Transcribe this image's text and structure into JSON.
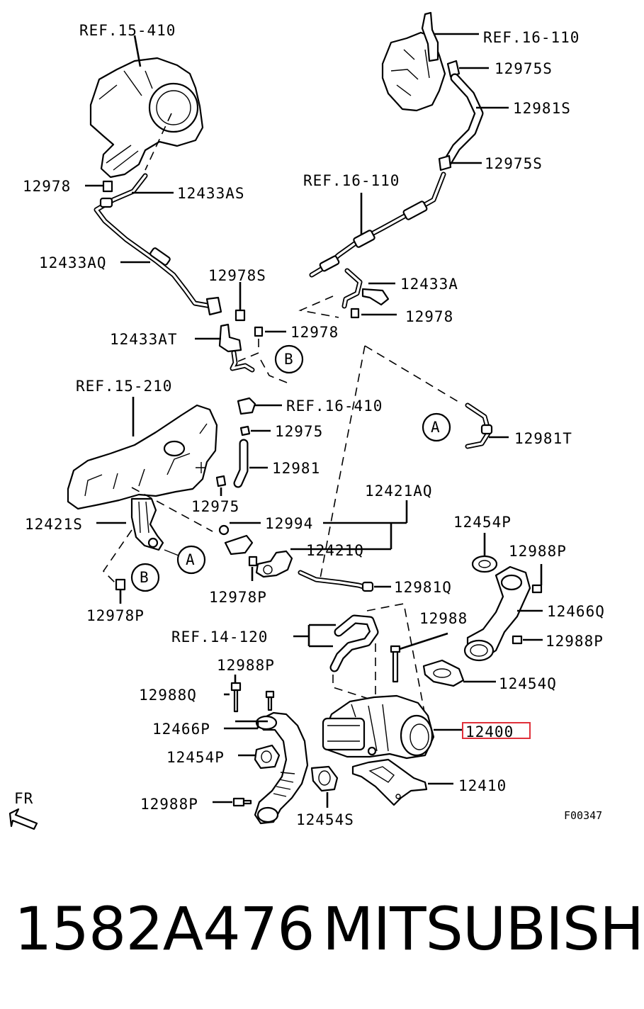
{
  "diagram": {
    "refs": {
      "ref_15_410": "REF.15-410",
      "ref_16_110_top": "REF.16-110",
      "ref_16_110_mid": "REF.16-110",
      "ref_15_210": "REF.15-210",
      "ref_16_410": "REF.16-410",
      "ref_14_120": "REF.14-120"
    },
    "parts": {
      "p12975S_a": "12975S",
      "p12981S": "12981S",
      "p12975S_b": "12975S",
      "p12978_a": "12978",
      "p12433AS": "12433AS",
      "p12433AQ": "12433AQ",
      "p12978S": "12978S",
      "p12433A": "12433A",
      "p12978_b": "12978",
      "p12433AT": "12433AT",
      "p12978_c": "12978",
      "p12975_a": "12975",
      "p12981T": "12981T",
      "p12981": "12981",
      "p12975_b": "12975",
      "p12421AQ": "12421AQ",
      "p12421S": "12421S",
      "p12994": "12994",
      "p12454P_a": "12454P",
      "p12421Q": "12421Q",
      "p12988P_a": "12988P",
      "p12978P_a": "12978P",
      "p12981Q": "12981Q",
      "p12466Q": "12466Q",
      "p12978P_b": "12978P",
      "p12988": "12988",
      "p12988P_b": "12988P",
      "p12988P_c": "12988P",
      "p12454Q": "12454Q",
      "p12988Q": "12988Q",
      "p12466P": "12466P",
      "p12400": "12400",
      "p12454P_b": "12454P",
      "p12410": "12410",
      "p12988P_d": "12988P",
      "p12454S": "12454S"
    },
    "callouts": {
      "a1": "A",
      "a2": "A",
      "b1": "B",
      "b2": "B"
    },
    "fr": "FR",
    "figure_code": "F00347",
    "highlight_color": "#e0303a"
  },
  "footer": {
    "part_number": "1582A476",
    "brand": "MITSUBISHI"
  }
}
